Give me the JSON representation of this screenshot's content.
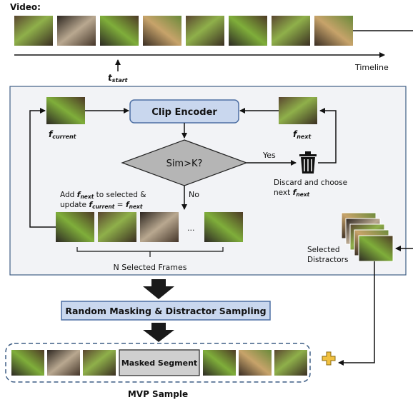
{
  "video_label": "Video:",
  "timeline_label": "Timeline",
  "t_start": {
    "base": "t",
    "sub": "start"
  },
  "clip_encoder": "Clip Encoder",
  "decision": "Sim>K?",
  "yes_label": "Yes",
  "no_label": "No",
  "f_current_label": {
    "base": "f",
    "sub": "current"
  },
  "f_next_label": {
    "base": "f",
    "sub": "next"
  },
  "discard_text": {
    "line1": "Discard and choose",
    "line2_prefix": "next "
  },
  "add_text": {
    "line1_prefix": "Add ",
    "line1_suffix": " to selected &",
    "line2_prefix": "update "
  },
  "ellipsis": "...",
  "n_selected_frames": "N Selected Frames",
  "selected_distractors": {
    "line1": "Selected",
    "line2": "Distractors"
  },
  "random_masking": "Random Masking & Distractor Sampling",
  "masked_segment": "Masked Segment",
  "mvp_sample": "MVP Sample",
  "plus_symbol": "✚",
  "colors": {
    "panel_bg": "#f2f3f6",
    "panel_border": "#3f5f86",
    "encoder_fill": "#c9d7ee",
    "encoder_border": "#4d6fa3",
    "diamond_fill": "#b5b5b5",
    "masked_fill": "#cfcfcf",
    "plus": "#f0c040",
    "dark_arrow": "#1a1a1a"
  },
  "icons": [
    "trash-icon",
    "plus-icon"
  ]
}
